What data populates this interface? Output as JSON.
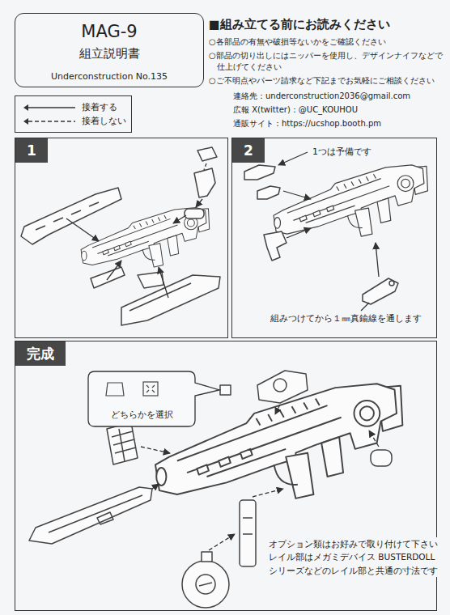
{
  "diagram": {
    "nodes": [
      {
        "text": [
          "MAG-9",
          "組立説明書",
          "Underconstruction No.135"
        ]
      },
      {
        "text": [
          "1"
        ]
      },
      {
        "text": [
          "2"
        ]
      },
      {
        "text": [
          "完成"
        ]
      },
      {
        "text": [
          "どちらかを選択"
        ],
        "in": 3
      }
    ],
    "labels": [
      "■組み立てる前にお読みください",
      "○各部品の有無や破損等ないかをご確認ください",
      "○部品の切り出しにはニッパーを使用し、デザインナイフなどで仕上げてください",
      "○ご不明点やパーツ請求など下記までお気軽にご相談ください",
      "連絡先：underconstruction2036@gmail.com",
      "広報 X(twitter)：@UC_KOUHOU",
      "通販サイト：https://ucshop.booth.pm",
      "1つは予備です",
      "組みつけてから１㎜真鍮線を通します",
      "オプション類はお好みで取り付けて下さい レイル部はメガミデバイス BUSTERDOLL シリーズなどのレイル部と共通の寸法です"
    ],
    "legend": [
      {
        "text": "接着する"
      },
      {
        "text": "接着しない"
      }
    ]
  }
}
